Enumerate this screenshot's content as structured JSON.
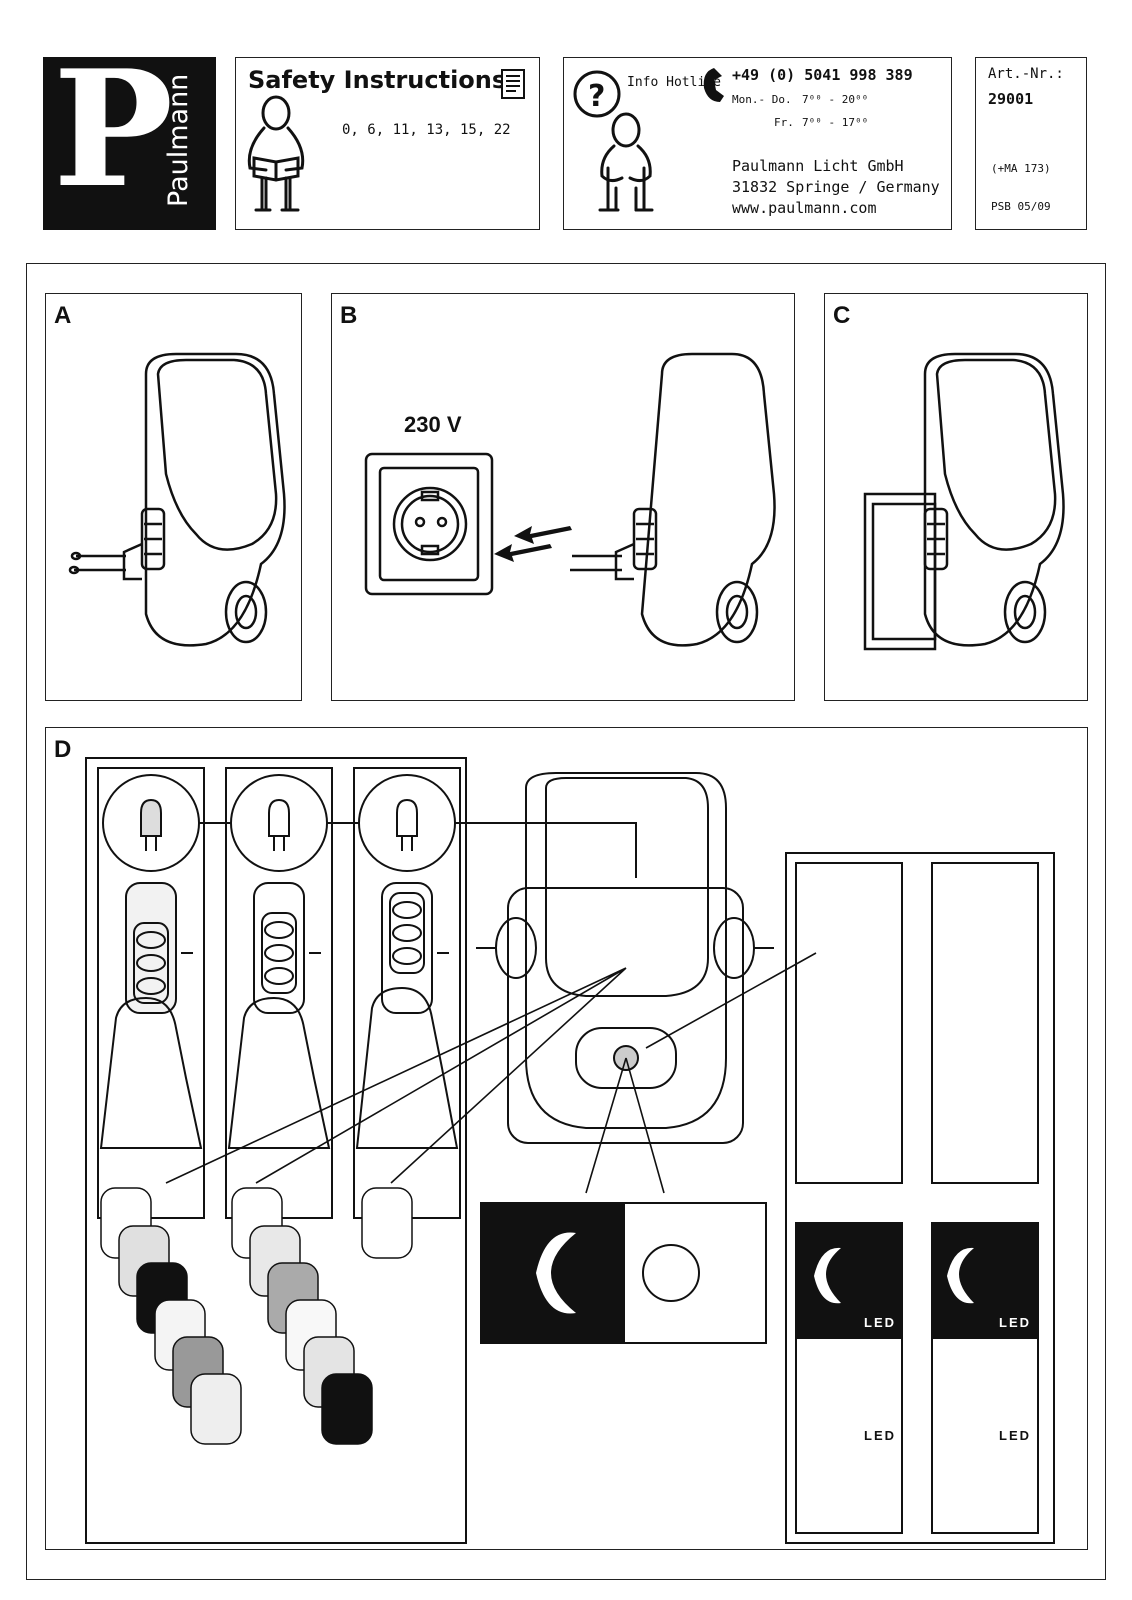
{
  "header": {
    "brand_letter": "P",
    "brand_name": "Paulmann",
    "safety_title": "Safety Instructions",
    "safety_numbers": "0, 6, 11, 13, 15, 22",
    "info_label": "Info Hotline",
    "phone": "+49 (0) 5041 998 389",
    "hours_weekdays_label": "Mon.- Do.",
    "hours_weekdays": "7⁰⁰ - 20⁰⁰",
    "hours_friday_label": "Fr.",
    "hours_friday": "7⁰⁰ - 17⁰⁰",
    "company": "Paulmann Licht GmbH",
    "address": "31832 Springe / Germany",
    "website": "www.paulmann.com",
    "art_label": "Art.-Nr.:",
    "art_number": "29001",
    "ma_ref": "(+MA 173)",
    "psb_ref": "PSB 05/09"
  },
  "panels": {
    "a": "A",
    "b": "B",
    "c": "C",
    "d": "D"
  },
  "voltage": "230 V",
  "led_label": "LED",
  "icons": {
    "manual": "document-icon",
    "phone": "telephone-icon",
    "help": "question-mark-icon"
  }
}
